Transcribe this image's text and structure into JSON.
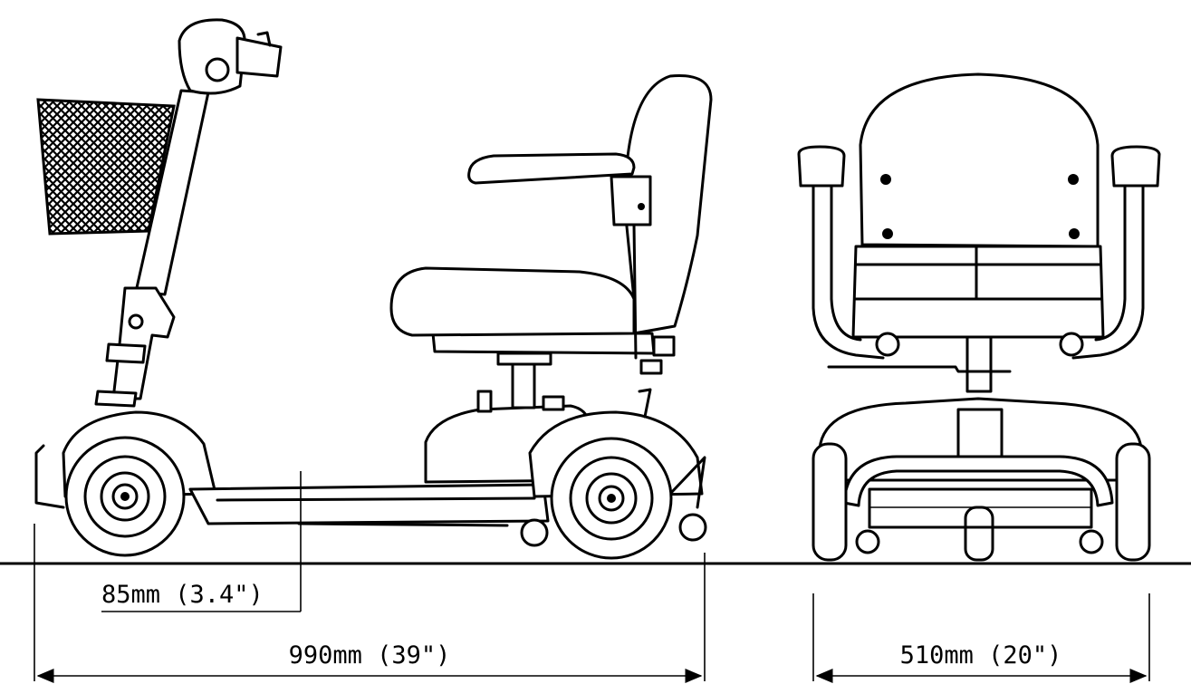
{
  "figure": {
    "side_view": {
      "name": "mobility scooter side view"
    },
    "front_view": {
      "name": "mobility scooter front view"
    }
  },
  "dimensions": {
    "ground_clearance": "85mm  (3.4\")",
    "overall_length": "990mm  (39\")",
    "overall_width": "510mm  (20\")"
  },
  "colors": {
    "ink": "#000000",
    "paper": "#ffffff"
  }
}
